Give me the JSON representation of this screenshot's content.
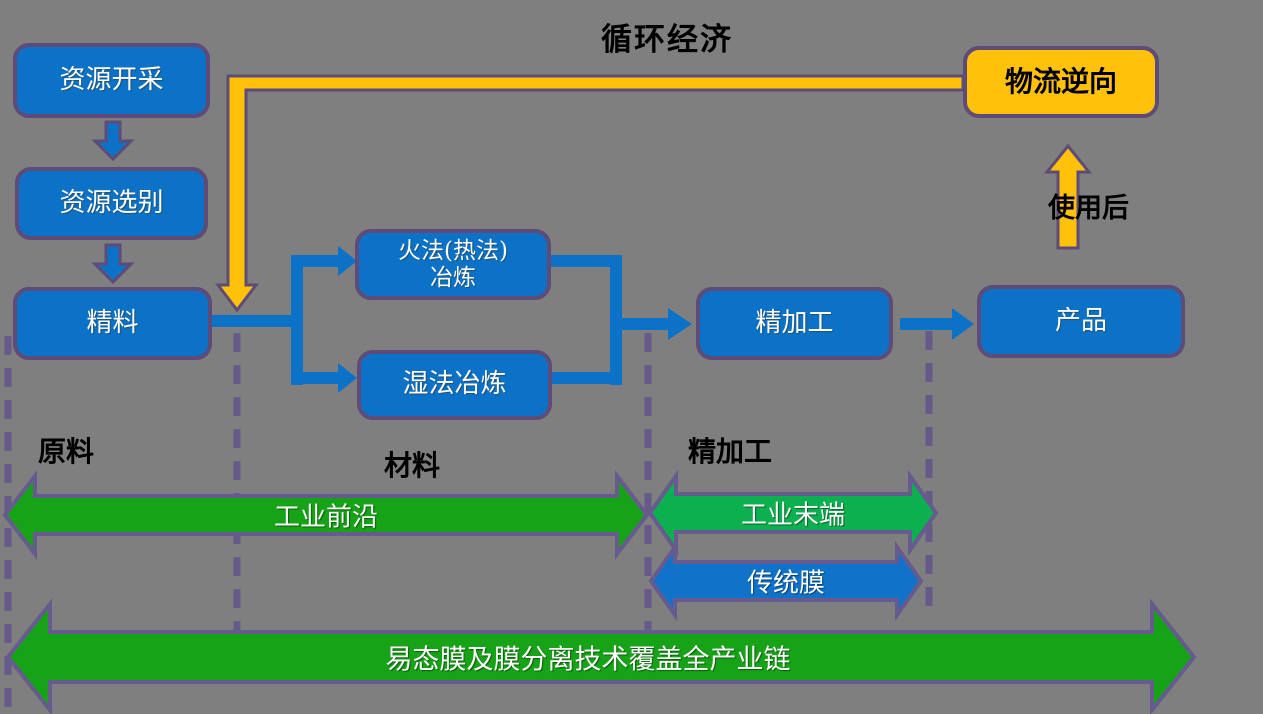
{
  "title": "循环经济",
  "nodes": {
    "mining": "资源开采",
    "sorting": "资源选别",
    "concentrate": "精料",
    "pyro_line1": "火法(热法)",
    "pyro_line2": "冶炼",
    "hydro": "湿法冶炼",
    "finishing": "精加工",
    "product": "产品",
    "reverse_logistics": "物流逆向"
  },
  "labels": {
    "after_use": "使用后",
    "stage_raw": "原料",
    "stage_material": "材料",
    "stage_fine": "精加工"
  },
  "bands": {
    "industry_frontier": "工业前沿",
    "industry_end": "工业末端",
    "traditional_membrane": "传统膜",
    "full_chain": "易态膜及膜分离技术覆盖全产业链"
  },
  "colors": {
    "background": "#7F7F7F",
    "node_blue": "#0C72C8",
    "node_border_purple": "#5E4B77",
    "accent_yellow": "#FFC10A",
    "band_green_dark": "#17A317",
    "band_green_light": "#0CB04E",
    "band_blue": "#1072C8",
    "dashed_purple": "#665A8B",
    "text_black": "#000000",
    "text_white": "#FFFFFF"
  }
}
